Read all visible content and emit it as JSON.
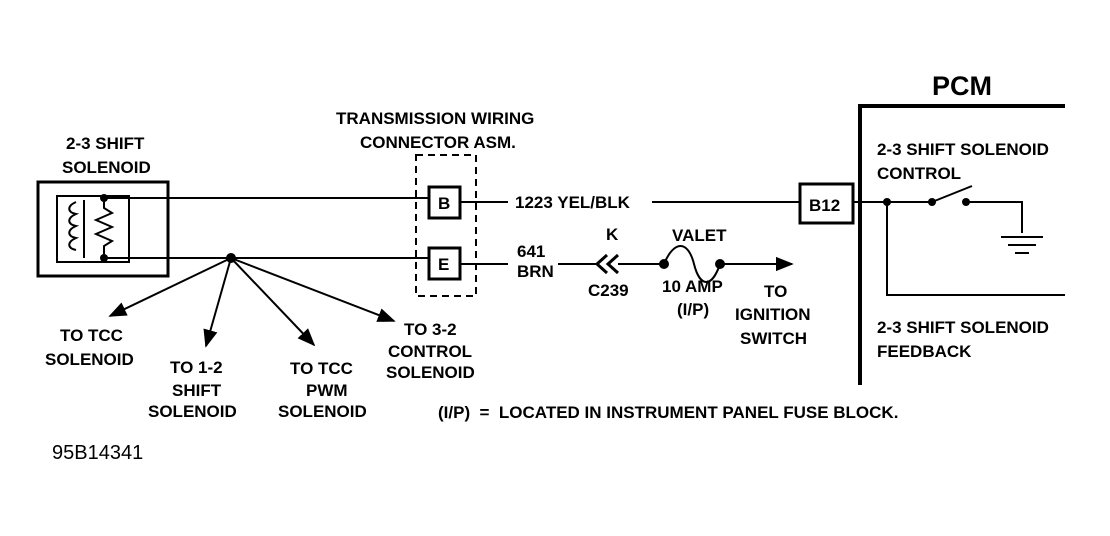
{
  "pcm": {
    "title": "PCM"
  },
  "solenoid": {
    "line1": "2-3 SHIFT",
    "line2": "SOLENOID"
  },
  "connector_asm": {
    "line1": "TRANSMISSION WIRING",
    "line2": "CONNECTOR ASM."
  },
  "pins": {
    "b": "B",
    "e": "E",
    "b12": "B12"
  },
  "wires": {
    "top": "1223 YEL/BLK",
    "bottom_num": "641",
    "bottom_color": "BRN"
  },
  "connector_c239": {
    "pin": "K",
    "id": "C239"
  },
  "fuse": {
    "name": "VALET",
    "rating": "10 AMP",
    "location": "(I/P)"
  },
  "ignition": {
    "line1": "TO",
    "line2": "IGNITION",
    "line3": "SWITCH"
  },
  "control": {
    "line1": "2-3 SHIFT SOLENOID",
    "line2": "CONTROL"
  },
  "feedback": {
    "line1": "2-3 SHIFT SOLENOID",
    "line2": "FEEDBACK"
  },
  "branches": {
    "tcc": {
      "line1": "TO TCC",
      "line2": "SOLENOID"
    },
    "s12": {
      "line1": "TO 1-2",
      "line2": "SHIFT",
      "line3": "SOLENOID"
    },
    "pwm": {
      "line1": "TO TCC",
      "line2": "PWM",
      "line3": "SOLENOID"
    },
    "c32": {
      "line1": "TO 3-2",
      "line2": "CONTROL",
      "line3": "SOLENOID"
    }
  },
  "note": "(I/P)  =  LOCATED IN INSTRUMENT PANEL FUSE BLOCK.",
  "figure_code": "95B14341",
  "icons": [
    "coil-icon",
    "resistor-icon",
    "switch-icon",
    "ground-icon",
    "fuse-icon",
    "arrow-icon"
  ]
}
